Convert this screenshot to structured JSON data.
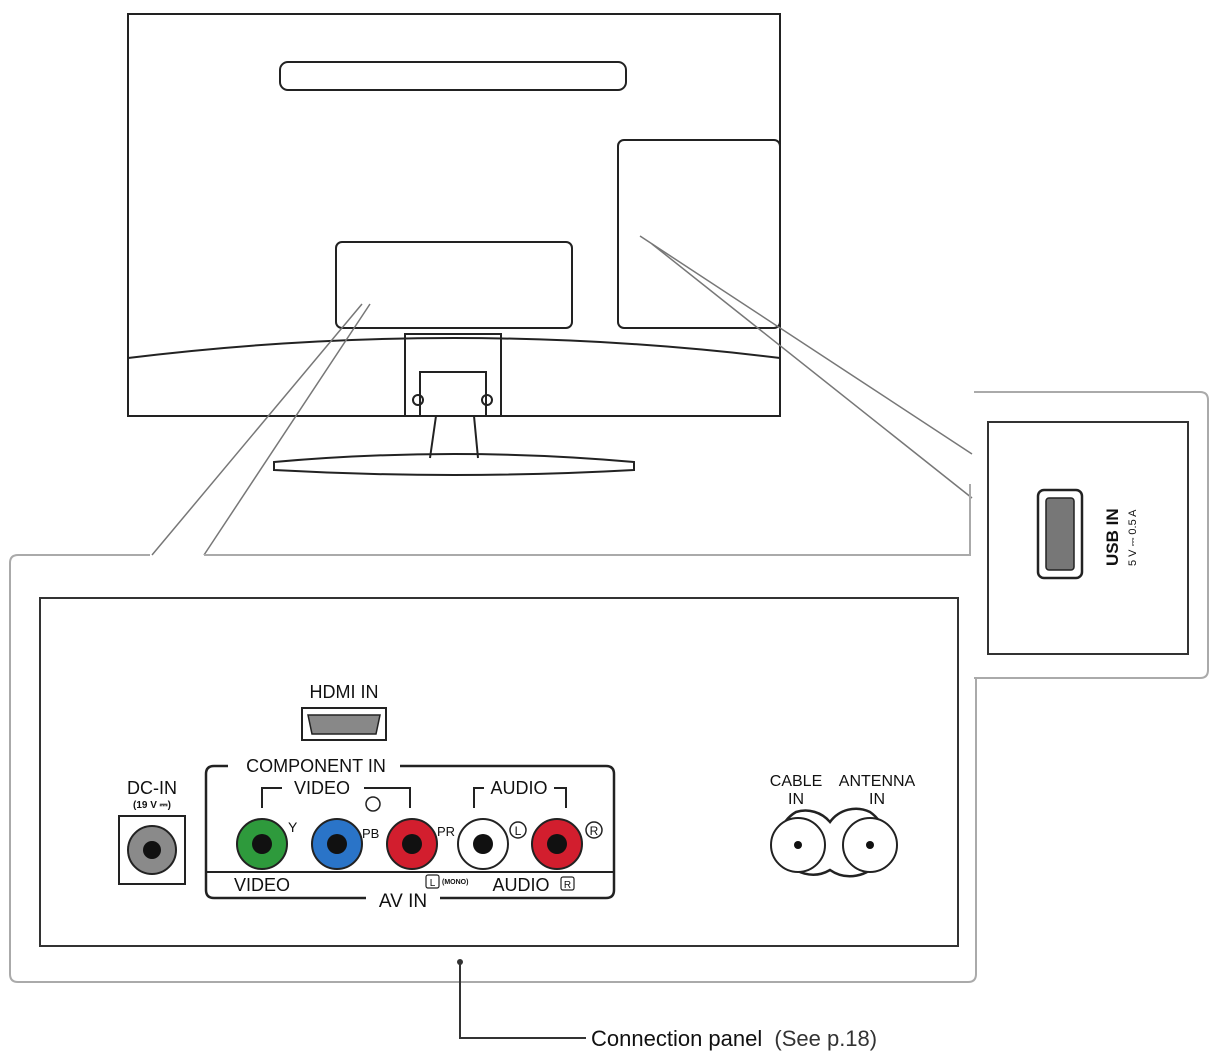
{
  "hdmi": {
    "label": "HDMI IN"
  },
  "dcin": {
    "label": "DC-IN",
    "rating": "(19 V ⎓)"
  },
  "component": {
    "title": "COMPONENT IN",
    "video_group": "VIDEO",
    "audio_group": "AUDIO",
    "y": "Y",
    "pb": "PB",
    "pr": "PR",
    "l": "L",
    "r": "R"
  },
  "av": {
    "title": "AV IN",
    "video": "VIDEO",
    "mono": "(MONO)",
    "audio": "AUDIO",
    "l": "L",
    "r": "R"
  },
  "rf": {
    "cable_line1": "CABLE",
    "cable_line2": "IN",
    "antenna_line1": "ANTENNA",
    "antenna_line2": "IN"
  },
  "usb": {
    "label": "USB IN",
    "rating": "5 V ⎓ 0.5 A"
  },
  "callout": {
    "label": "Connection panel",
    "ref": "(See p.18)"
  },
  "colors": {
    "y_green": "#2e9a3c",
    "pb_blue": "#2a74c8",
    "pr_red": "#d21e2e",
    "audio_white": "#ffffff",
    "dc_gray": "#8a8a8a"
  }
}
